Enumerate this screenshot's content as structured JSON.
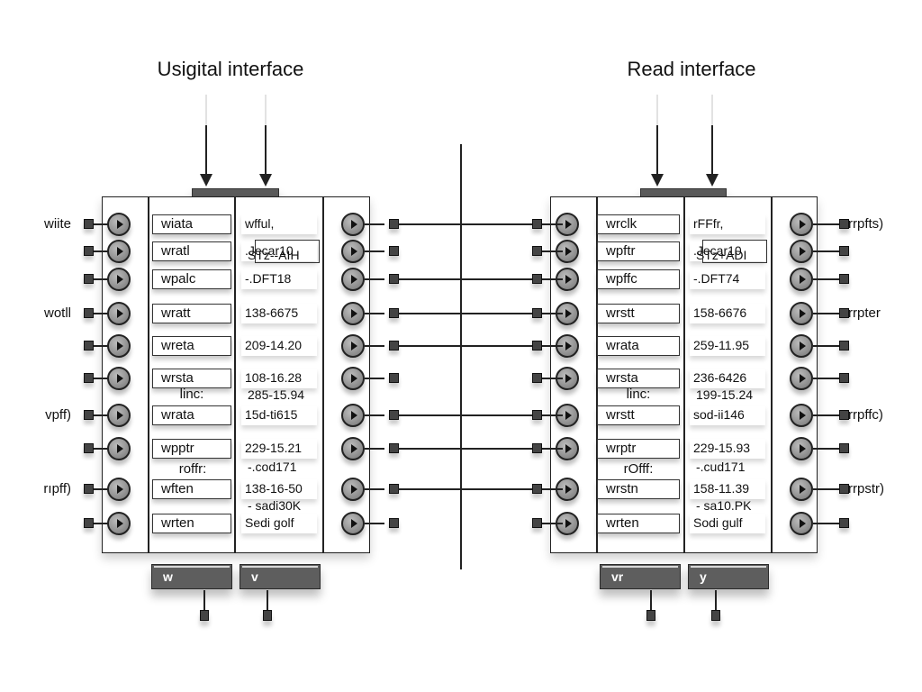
{
  "diagram": {
    "connections_across_divider": [
      1,
      3,
      4,
      5,
      7,
      8,
      9
    ],
    "left": {
      "title": "Usigital interface",
      "outer_labels": [
        "wiite",
        "",
        "",
        "wotll",
        "",
        "",
        "vpff)",
        "",
        "rıpff)",
        ""
      ],
      "fields": [
        "wiata",
        "wratl",
        "wpalc",
        "wratt",
        "wreta",
        "wrsta",
        "wrata",
        "wpptr",
        "wften",
        "wrten"
      ],
      "values": [
        "wfful,",
        ".Jecar10",
        "-.DFT18",
        "138-6675",
        "209-14.20",
        "108-16.28",
        "15d-ti615",
        "229-15.21",
        "138-16-50",
        "Sedi golf"
      ],
      "extra_values": [
        "STz--AIH",
        "285-15.94",
        "-.cod171",
        "- sadi30K"
      ],
      "sub_labels": [
        "linc:",
        "roffr:"
      ],
      "buttons": [
        "w",
        "v"
      ]
    },
    "right": {
      "title": "Read interface",
      "outer_labels": [
        "rrpfts)",
        "",
        "",
        "rrpter",
        "",
        "",
        "rrpffc)",
        "",
        "rrpstr)",
        ""
      ],
      "fields": [
        "wrclk",
        "wpftr",
        "wpffc",
        "wrstt",
        "wrata",
        "wrsta",
        "wrstt",
        "wrptr",
        "wrstn",
        "wrten"
      ],
      "values": [
        "rFFfr,",
        ".Jecar10",
        "-.DFT74",
        "158-6676",
        "259-11.95",
        "236-6426",
        "sod-ii146",
        "229-15.93",
        "158-11.39",
        "Sodi gulf"
      ],
      "extra_values": [
        "STz+ADI",
        "199-15.24",
        "-.cud171",
        "- sa10.PK"
      ],
      "sub_labels": [
        "linc:",
        "rOfff:"
      ],
      "buttons": [
        "vr",
        "y"
      ]
    }
  }
}
